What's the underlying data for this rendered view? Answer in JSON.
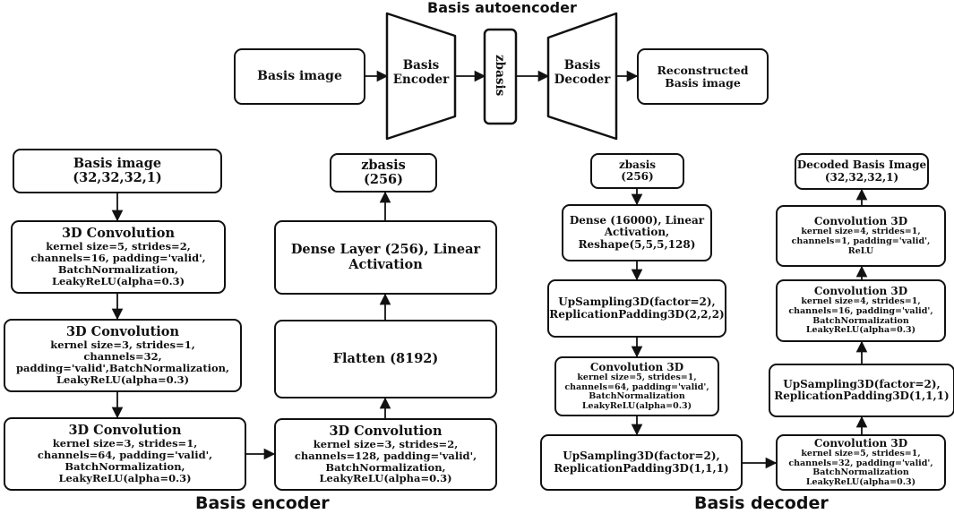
{
  "titles": {
    "autoencoder": "Basis autoencoder",
    "encoder": "Basis encoder",
    "decoder": "Basis decoder"
  },
  "autoencoder": {
    "input": "Basis image",
    "encoder": [
      "Basis",
      "Encoder"
    ],
    "latent": "zbasis",
    "decoder": [
      "Basis",
      "Decoder"
    ],
    "output": [
      "Reconstructed",
      "Basis image"
    ]
  },
  "encoder": {
    "input": {
      "title": "Basis image",
      "shape": "(32,32,32,1)"
    },
    "conv1": {
      "title": "3D Convolution",
      "lines": [
        "kernel size=5, strides=2,",
        "channels=16, padding='valid',",
        "BatchNormalization,",
        "LeakyReLU(alpha=0.3)"
      ]
    },
    "conv2": {
      "title": "3D Convolution",
      "lines": [
        "kernel size=3, strides=1,",
        "channels=32,",
        "padding='valid',BatchNormalization,",
        "LeakyReLU(alpha=0.3)"
      ]
    },
    "conv3": {
      "title": "3D Convolution",
      "lines": [
        "kernel size=3, strides=1,",
        "channels=64, padding='valid',",
        "BatchNormalization,",
        "LeakyReLU(alpha=0.3)"
      ]
    },
    "conv4": {
      "title": "3D Convolution",
      "lines": [
        "kernel size=3, strides=2,",
        "channels=128, padding='valid',",
        "BatchNormalization,",
        "LeakyReLU(alpha=0.3)"
      ]
    },
    "flatten": "Flatten (8192)",
    "dense": [
      "Dense Layer (256), Linear",
      "Activation"
    ],
    "output": {
      "title": "zbasis",
      "shape": "(256)"
    }
  },
  "decoder": {
    "input": [
      "zbasis",
      "(256)"
    ],
    "dense": [
      "Dense (16000), Linear",
      "Activation,",
      "Reshape(5,5,5,128)"
    ],
    "up1": [
      "UpSampling3D(factor=2),",
      "ReplicationPadding3D(2,2,2)"
    ],
    "conv1": {
      "title": "Convolution 3D",
      "lines": [
        "kernel size=5, strides=1,",
        "channels=64, padding='valid',",
        "BatchNormalization",
        "LeakyReLU(alpha=0.3)"
      ]
    },
    "up2": [
      "UpSampling3D(factor=2),",
      "ReplicationPadding3D(1,1,1)"
    ],
    "conv2": {
      "title": "Convolution 3D",
      "lines": [
        "kernel size=5, strides=1,",
        "channels=32, padding='valid',",
        "BatchNormalization",
        "LeakyReLU(alpha=0.3)"
      ]
    },
    "up3": [
      "UpSampling3D(factor=2),",
      "ReplicationPadding3D(1,1,1)"
    ],
    "conv3": {
      "title": "Convolution 3D",
      "lines": [
        "kernel size=4, strides=1,",
        "channels=16, padding='valid',",
        "BatchNormalization",
        "LeakyReLU(alpha=0.3)"
      ]
    },
    "conv4": {
      "title": "Convolution 3D",
      "lines": [
        "kernel size=4, strides=1,",
        "channels=1, padding='valid',",
        "ReLU"
      ]
    },
    "output": [
      "Decoded Basis Image",
      "(32,32,32,1)"
    ]
  }
}
